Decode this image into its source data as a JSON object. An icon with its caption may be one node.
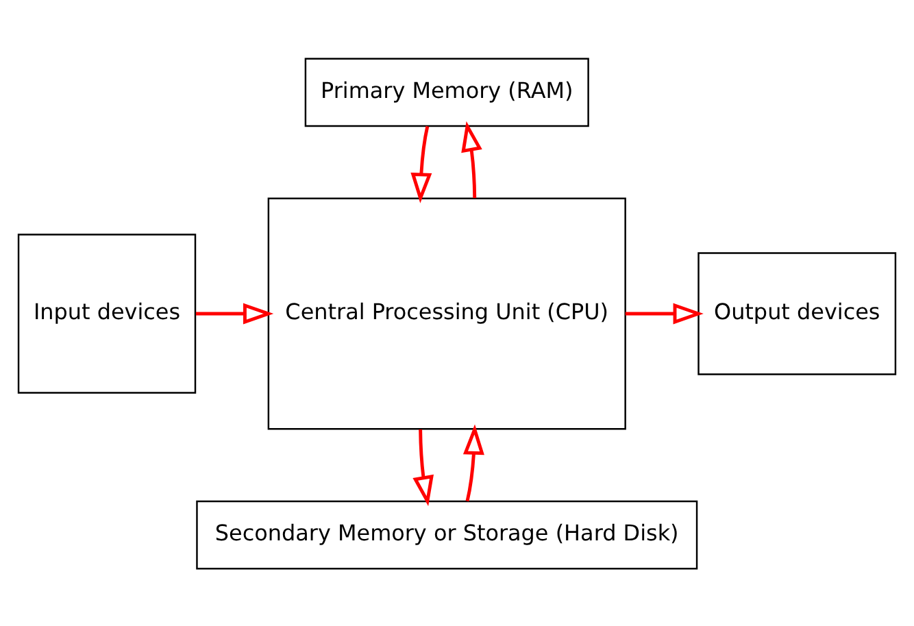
{
  "diagram": {
    "nodes": [
      {
        "text": [
          "Primary Memory (RAM)"
        ]
      },
      {
        "text": [
          "Input devices"
        ]
      },
      {
        "text": [
          "Central Processing Unit (CPU)"
        ]
      },
      {
        "text": [
          "Output devices"
        ]
      },
      {
        "text": [
          "Secondary Memory or Storage (Hard Disk)"
        ]
      }
    ],
    "edges": [
      {
        "from": 2,
        "to": 0,
        "arrow": "to"
      },
      {
        "from": 0,
        "to": 2,
        "arrow": "to"
      },
      {
        "from": 1,
        "to": 2,
        "arrow": "to"
      },
      {
        "from": 2,
        "to": 3,
        "arrow": "to"
      },
      {
        "from": 4,
        "to": 2,
        "arrow": "to"
      },
      {
        "from": 2,
        "to": 4,
        "arrow": "to"
      }
    ]
  }
}
